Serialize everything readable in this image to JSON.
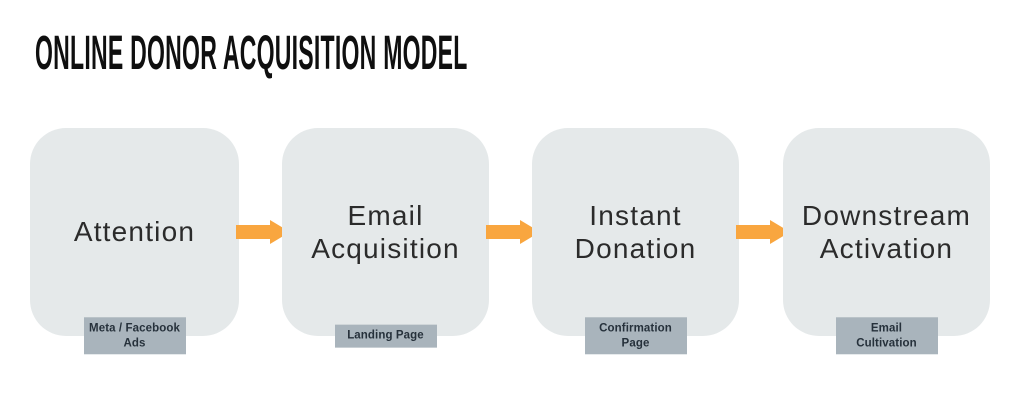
{
  "title": "ONLINE DONOR ACQUISITION MODEL",
  "colors": {
    "background": "#ffffff",
    "title_text": "#0f0f0f",
    "box_fill": "#e5e9ea",
    "box_text": "#2b2b2b",
    "tag_bg": "#a9b4bc",
    "tag_text": "#26313b",
    "arrow": "#f9a63f"
  },
  "flow": {
    "stages": [
      {
        "label": "Attention",
        "tag": "Meta / Facebook Ads"
      },
      {
        "label": "Email Acquisition",
        "tag": "Landing Page"
      },
      {
        "label": "Instant Donation",
        "tag": "Confirmation Page"
      },
      {
        "label": "Downstream Activation",
        "tag": "Email Cultivation"
      }
    ]
  }
}
